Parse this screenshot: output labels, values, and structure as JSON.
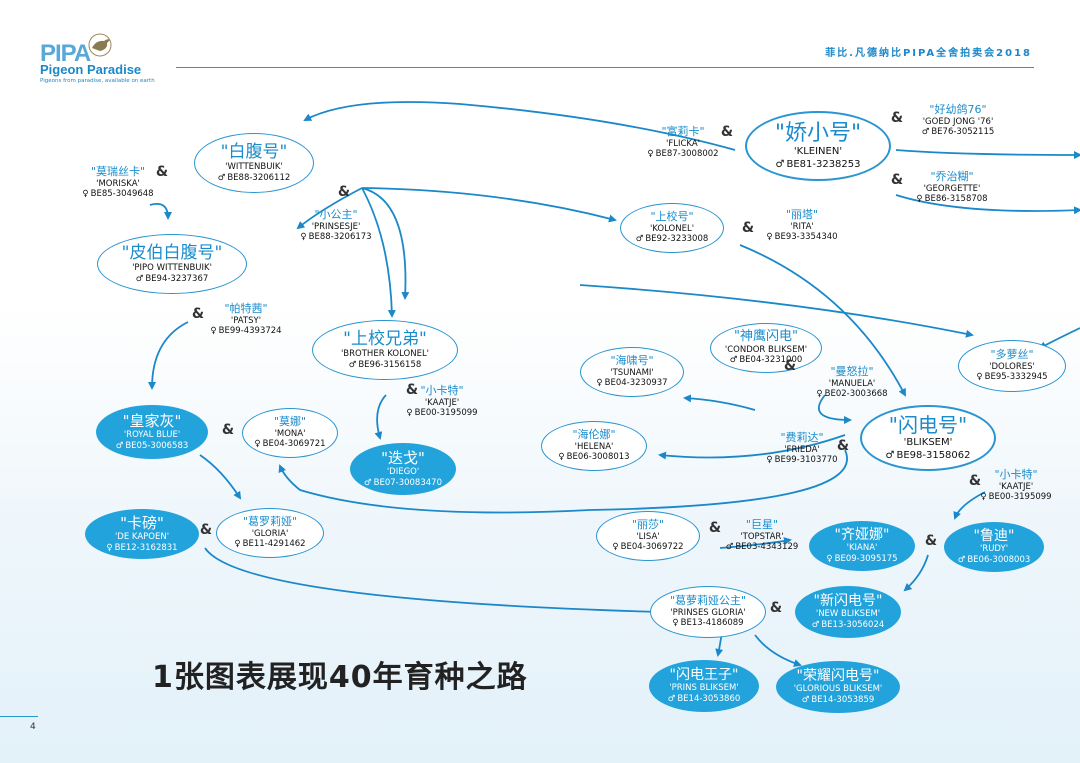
{
  "header": {
    "logo_pipa": "PIPA",
    "logo_name": "Pigeon Paradise",
    "logo_tagline": "Pigeons from paradise, available on earth",
    "title": "菲比.凡德纳比PIPA全舍拍卖会2018"
  },
  "page_number": "4",
  "main_title": "1张图表展现40年育种之路",
  "connector_symbol": "&",
  "male_symbol": "♂",
  "female_symbol": "♀",
  "nodes": [
    {
      "id": "wittenbuik",
      "cn": "\"白腹号\"",
      "en": "'WITTENBUIK'",
      "sex": "male",
      "ring": "BE88-3206112"
    },
    {
      "id": "moriska",
      "cn": "\"莫瑞丝卡\"",
      "en": "'MORISKA'",
      "sex": "female",
      "ring": "BE85-3049648"
    },
    {
      "id": "prinsesje",
      "cn": "\"小公主\"",
      "en": "'PRINSESJE'",
      "sex": "female",
      "ring": "BE88-3206173"
    },
    {
      "id": "pipo",
      "cn": "\"皮伯白腹号\"",
      "en": "'PIPO WITTENBUIK'",
      "sex": "male",
      "ring": "BE94-3237367"
    },
    {
      "id": "patsy",
      "cn": "\"帕特茜\"",
      "en": "'PATSY'",
      "sex": "female",
      "ring": "BE99-4393724"
    },
    {
      "id": "brother",
      "cn": "\"上校兄弟\"",
      "en": "'BROTHER KOLONEL'",
      "sex": "male",
      "ring": "BE96-3156158"
    },
    {
      "id": "kaatje1",
      "cn": "\"小卡特\"",
      "en": "'KAATJE'",
      "sex": "female",
      "ring": "BE00-3195099"
    },
    {
      "id": "royalblue",
      "cn": "\"皇家灰\"",
      "en": "'ROYAL BLUE'",
      "sex": "male",
      "ring": "BE05-3006583"
    },
    {
      "id": "mona",
      "cn": "\"莫娜\"",
      "en": "'MONA'",
      "sex": "female",
      "ring": "BE04-3069721"
    },
    {
      "id": "diego",
      "cn": "\"迭戈\"",
      "en": "'DIEGO'",
      "sex": "male",
      "ring": "BE07-30083470"
    },
    {
      "id": "kapoen",
      "cn": "\"卡磅\"",
      "en": "'DE KAPOEN'",
      "sex": "female",
      "ring": "BE12-3162831"
    },
    {
      "id": "gloria",
      "cn": "\"葛罗莉娅\"",
      "en": "'GLORIA'",
      "sex": "female",
      "ring": "BE11-4291462"
    },
    {
      "id": "flicka",
      "cn": "\"富莉卡\"",
      "en": "'FLICKA'",
      "sex": "female",
      "ring": "BE87-3008002"
    },
    {
      "id": "kleinen",
      "cn": "\"娇小号\"",
      "en": "'KLEINEN'",
      "sex": "male",
      "ring": "BE81-3238253"
    },
    {
      "id": "goedjong",
      "cn": "\"好幼鸽76\"",
      "en": "'GOED JONG '76'",
      "sex": "male",
      "ring": "BE76-3052115"
    },
    {
      "id": "georgette",
      "cn": "\"乔治糊\"",
      "en": "'GEORGETTE'",
      "sex": "female",
      "ring": "BE86-3158708"
    },
    {
      "id": "kolonel",
      "cn": "\"上校号\"",
      "en": "'KOLONEL'",
      "sex": "male",
      "ring": "BE92-3233008"
    },
    {
      "id": "rita",
      "cn": "\"丽塔\"",
      "en": "'RITA'",
      "sex": "female",
      "ring": "BE93-3354340"
    },
    {
      "id": "condor",
      "cn": "\"神鹰闪电\"",
      "en": "'CONDOR BLIKSEM'",
      "sex": "male",
      "ring": "BE04-3231000"
    },
    {
      "id": "tsunami",
      "cn": "\"海啸号\"",
      "en": "'TSUNAMI'",
      "sex": "female",
      "ring": "BE04-3230937"
    },
    {
      "id": "manuela",
      "cn": "\"曼怒拉\"",
      "en": "'MANUELA'",
      "sex": "female",
      "ring": "BE02-3003668"
    },
    {
      "id": "dolores",
      "cn": "\"多萝丝\"",
      "en": "'DOLORES'",
      "sex": "female",
      "ring": "BE95-3332945"
    },
    {
      "id": "helena",
      "cn": "\"海伦娜\"",
      "en": "'HELENA'",
      "sex": "female",
      "ring": "BE06-3008013"
    },
    {
      "id": "frieda",
      "cn": "\"费莉达\"",
      "en": "'FRIEDA'",
      "sex": "female",
      "ring": "BE99-3103770"
    },
    {
      "id": "bliksem",
      "cn": "\"闪电号\"",
      "en": "'BLIKSEM'",
      "sex": "male",
      "ring": "BE98-3158062"
    },
    {
      "id": "kaatje2",
      "cn": "\"小卡特\"",
      "en": "'KAATJE'",
      "sex": "female",
      "ring": "BE00-3195099"
    },
    {
      "id": "lisa",
      "cn": "\"丽莎\"",
      "en": "'LISA'",
      "sex": "female",
      "ring": "BE04-3069722"
    },
    {
      "id": "topstar",
      "cn": "\"巨星\"",
      "en": "'TOPSTAR'",
      "sex": "male",
      "ring": "BE03-4343129"
    },
    {
      "id": "kiana",
      "cn": "\"齐娅娜\"",
      "en": "'KIANA'",
      "sex": "female",
      "ring": "BE09-3095175"
    },
    {
      "id": "rudy",
      "cn": "\"鲁迪\"",
      "en": "'RUDY'",
      "sex": "male",
      "ring": "BE06-3008003"
    },
    {
      "id": "prinsesgloria",
      "cn": "\"葛萝莉娅公主\"",
      "en": "'PRINSES GLORIA'",
      "sex": "female",
      "ring": "BE13-4186089"
    },
    {
      "id": "newbliksem",
      "cn": "\"新闪电号\"",
      "en": "'NEW BLIKSEM'",
      "sex": "male",
      "ring": "BE13-3056024"
    },
    {
      "id": "prinsbliksem",
      "cn": "\"闪电王子\"",
      "en": "'PRINS BLIKSEM'",
      "sex": "male",
      "ring": "BE14-3053860"
    },
    {
      "id": "glorious",
      "cn": "\"荣耀闪电号\"",
      "en": "'GLORIOUS BLIKSEM'",
      "sex": "male",
      "ring": "BE14-3053859"
    }
  ]
}
